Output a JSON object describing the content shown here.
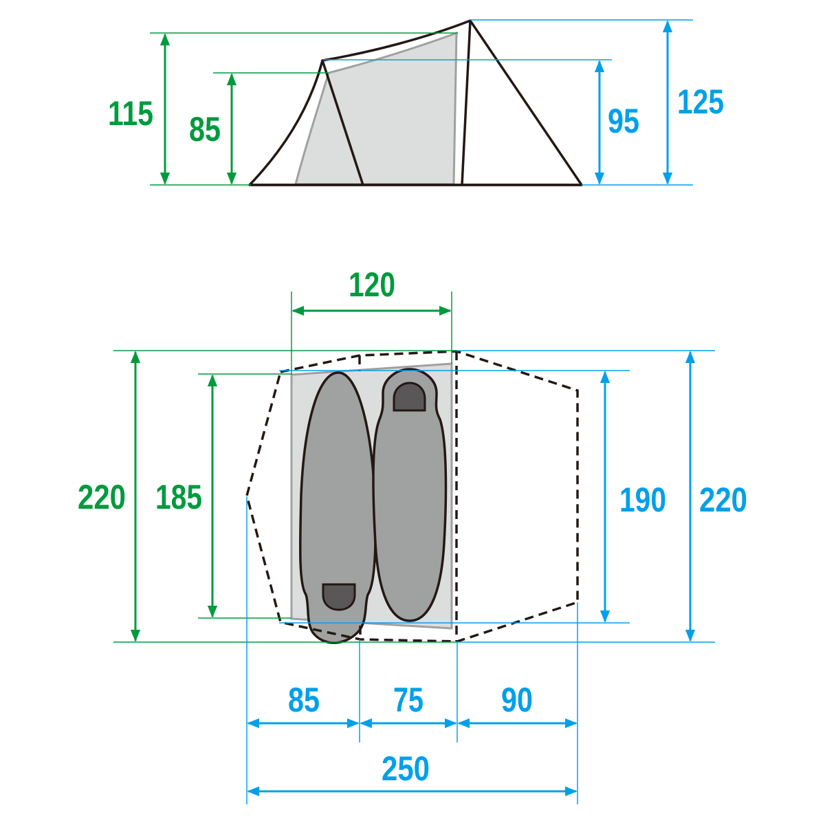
{
  "title": "Tent dimension diagram (cm)",
  "colors": {
    "inner_dimension": "#009a3e",
    "outer_dimension": "#00a0e9",
    "outline": "#231815",
    "inner_tent_fill": "#dcdddd",
    "inner_tent_stroke": "#9fa0a0",
    "sleeping_bag_fill": "#a0a1a1",
    "sleeping_bag_hood": "#595757"
  },
  "side_view": {
    "inner_height_max": "115",
    "inner_height_low": "85",
    "outer_height_low": "95",
    "outer_height_max": "125"
  },
  "floor_plan": {
    "inner_width": "120",
    "outer_length_left": "220",
    "inner_length": "185",
    "outer_length_mid": "190",
    "outer_length_right": "220",
    "segment_left": "85",
    "segment_mid": "75",
    "segment_right": "90",
    "total_width": "250"
  }
}
